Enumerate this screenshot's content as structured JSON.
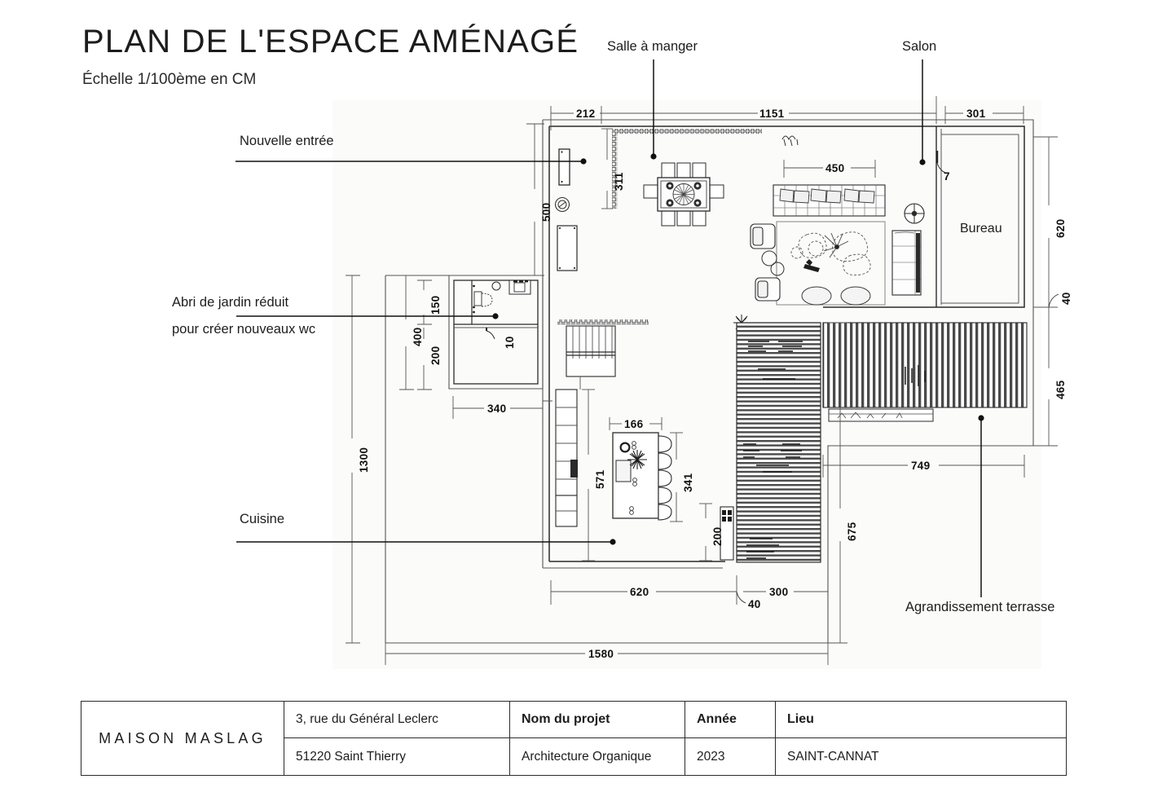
{
  "header": {
    "title": "PLAN DE L'ESPACE AMÉNAGÉ",
    "subtitle": "Échelle 1/100ème en CM"
  },
  "callouts": [
    {
      "id": "salle-a-manger",
      "label": "Salle à manger"
    },
    {
      "id": "salon",
      "label": "Salon"
    },
    {
      "id": "nouvelle-entree",
      "label": "Nouvelle entrée"
    },
    {
      "id": "abri-jardin-1",
      "label": "Abri de jardin réduit"
    },
    {
      "id": "abri-jardin-2",
      "label": "pour créer nouveaux wc"
    },
    {
      "id": "cuisine",
      "label": "Cuisine"
    },
    {
      "id": "terrasse",
      "label": "Agrandissement terrasse"
    }
  ],
  "rooms": [
    {
      "id": "bureau",
      "label": "Bureau"
    }
  ],
  "dimensions": {
    "top": [
      "212",
      "1151",
      "301"
    ],
    "salon": [
      "450"
    ],
    "entry": [
      "500",
      "311",
      "7"
    ],
    "right": [
      "620",
      "40",
      "465"
    ],
    "wc": [
      "150",
      "400",
      "200",
      "10",
      "340"
    ],
    "left": [
      "1300"
    ],
    "kitchen": [
      "166",
      "571",
      "341",
      "200"
    ],
    "bottom": [
      "620",
      "300",
      "40",
      "1580",
      "675",
      "749"
    ]
  },
  "dimension_values": {
    "d212": "212",
    "d1151": "1151",
    "d301": "301",
    "d450": "450",
    "d500": "500",
    "d311": "311",
    "d7": "7",
    "d620r": "620",
    "d40r": "40",
    "d465": "465",
    "d150": "150",
    "d400": "400",
    "d200wc": "200",
    "d10": "10",
    "d340": "340",
    "d1300": "1300",
    "d166": "166",
    "d571": "571",
    "d341": "341",
    "d200k": "200",
    "d620b": "620",
    "d300": "300",
    "d40b": "40",
    "d1580": "1580",
    "d675": "675",
    "d749": "749"
  },
  "title_block": {
    "brand": "MAISON MASLAG",
    "address_line1": "3, rue du Général Leclerc",
    "address_line2": "51220 Saint Thierry",
    "project_header": "Nom du projet",
    "project_value": "Architecture Organique",
    "year_header": "Année",
    "year_value": "2023",
    "place_header": "Lieu",
    "place_value": "SAINT-CANNAT"
  },
  "colors": {
    "ink": "#1a1a1a",
    "wall": "#2b2b2b",
    "thin": "#555555",
    "panel": "#fbfbfa",
    "furniture": "#3a3a3a",
    "fill_light": "#f2f2f2"
  }
}
